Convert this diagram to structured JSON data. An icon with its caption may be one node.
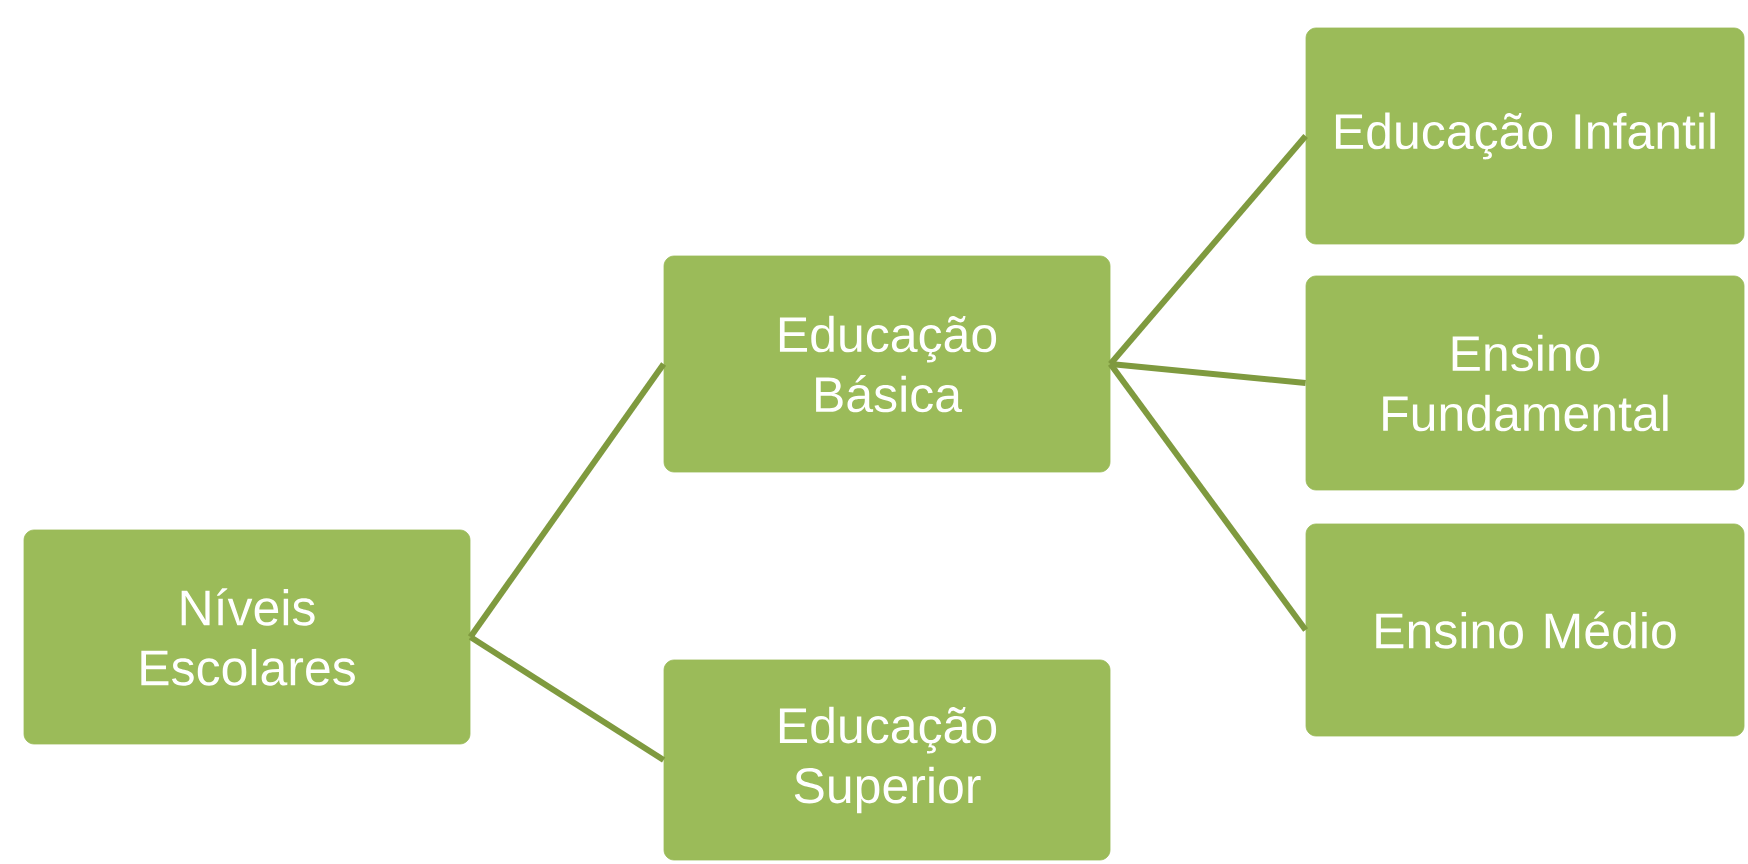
{
  "diagram": {
    "nodes": [
      {
        "text": [
          "Níveis Escolares"
        ]
      },
      {
        "text": [
          "Educação Básica"
        ]
      },
      {
        "text": [
          "Educação Superior"
        ]
      },
      {
        "text": [
          "Educação Infantil"
        ]
      },
      {
        "text": [
          "Ensino Fundamental"
        ]
      },
      {
        "text": [
          "Ensino Médio"
        ]
      }
    ],
    "edges": [
      {
        "from": 0,
        "to": 1,
        "arrow": "none"
      },
      {
        "from": 0,
        "to": 2,
        "arrow": "none"
      },
      {
        "from": 1,
        "to": 3,
        "arrow": "none"
      },
      {
        "from": 1,
        "to": 4,
        "arrow": "none"
      },
      {
        "from": 1,
        "to": 5,
        "arrow": "none"
      }
    ]
  }
}
